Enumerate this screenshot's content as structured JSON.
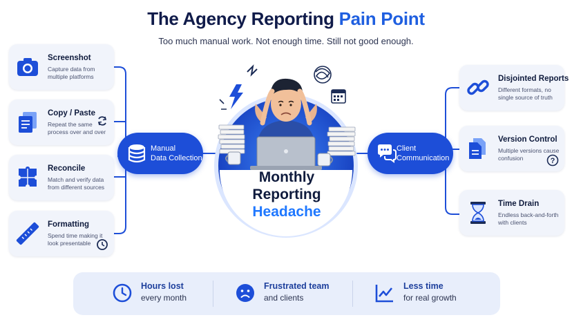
{
  "header": {
    "title_main": "The Agency Reporting ",
    "title_highlight": "Pain Point",
    "subtitle": "Too much manual work. Not enough time. Still not good enough."
  },
  "left_cards": [
    {
      "title": "Screenshot",
      "desc": "Capture data from multiple platforms",
      "icon": "camera-icon"
    },
    {
      "title": "Copy / Paste",
      "desc": "Repeat the same process over and over",
      "icon": "documents-icon"
    },
    {
      "title": "Reconcile",
      "desc": "Match and verify data from different sources",
      "icon": "puzzle-icon"
    },
    {
      "title": "Formatting",
      "desc": "Spend time making it look presentable",
      "icon": "ruler-icon"
    }
  ],
  "right_cards": [
    {
      "title": "Disjointed Reports",
      "desc": "Different formats, no single source of truth",
      "icon": "broken-link-icon"
    },
    {
      "title": "Version Control",
      "desc": "Multiple versions cause confusion",
      "icon": "files-icon"
    },
    {
      "title": "Time Drain",
      "desc": "Endless back-and-forth with clients",
      "icon": "hourglass-icon"
    }
  ],
  "left_hub": {
    "line1": "Manual",
    "line2": "Data Collection"
  },
  "right_hub": {
    "line1": "Client",
    "line2": "Communication"
  },
  "center": {
    "line1": "Monthly",
    "line2": "Reporting",
    "line3": "Headache"
  },
  "stats": [
    {
      "line1": "Hours lost",
      "line2": "every month",
      "icon": "clock-icon"
    },
    {
      "line1": "Frustrated team",
      "line2": "and clients",
      "icon": "frown-face-icon"
    },
    {
      "line1": "Less time",
      "line2": "for real growth",
      "icon": "trend-chart-icon"
    }
  ],
  "colors": {
    "primary": "#1d4ed8",
    "accent": "#1f78ff",
    "navy": "#101b4a",
    "card": "#f1f4fb"
  }
}
